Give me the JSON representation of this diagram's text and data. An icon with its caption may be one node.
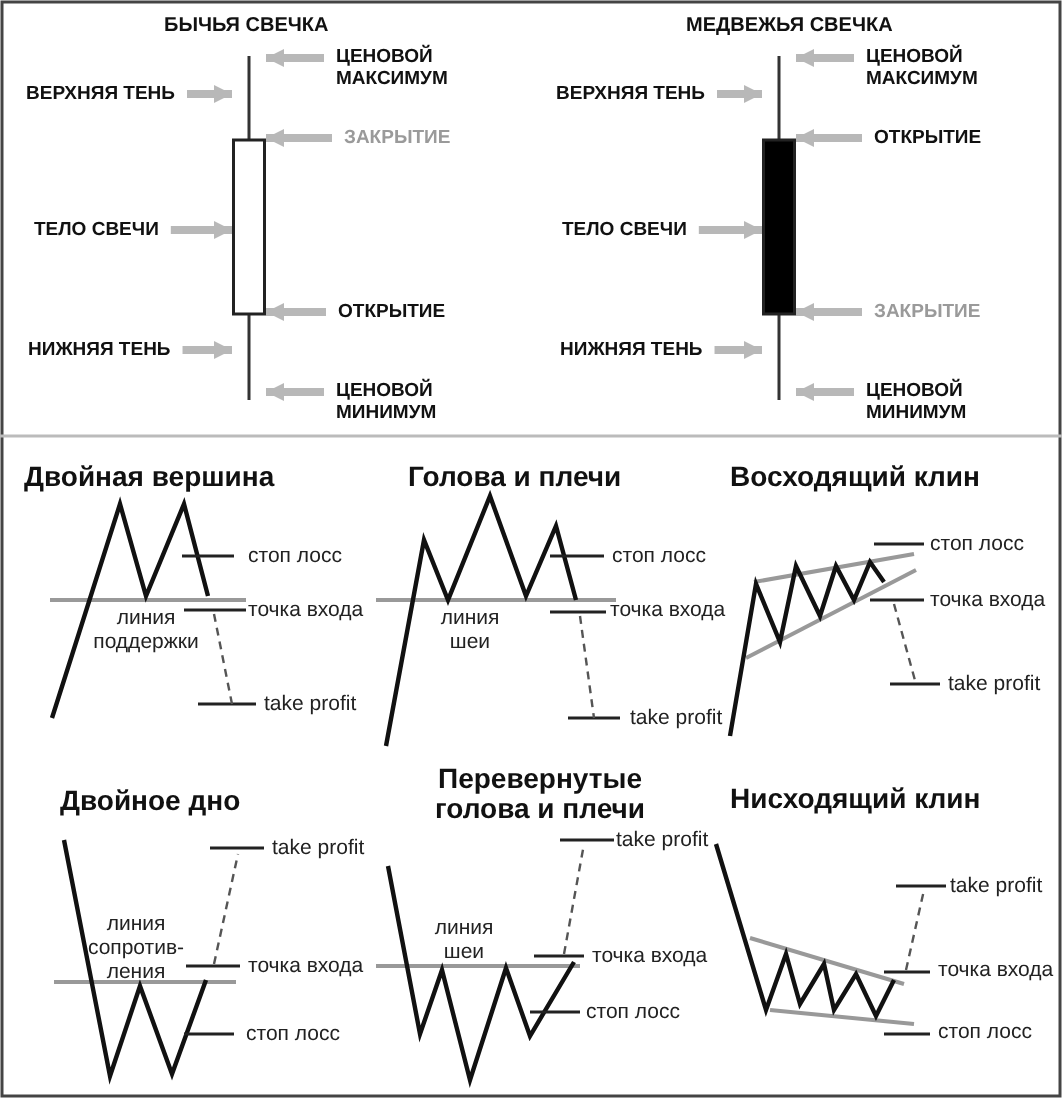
{
  "diagram": {
    "nodes": [
      {
        "text": [
          "ЦЕНОВОЙ МАКСИМУМ"
        ]
      },
      {
        "text": [
          "ВЕРХНЯЯ ТЕНЬ"
        ]
      },
      {
        "text": [
          "ЗАКРЫТИЕ"
        ]
      },
      {
        "text": [
          "ТЕЛО СВЕЧИ"
        ]
      },
      {
        "text": [
          "ОТКРЫТИЕ"
        ]
      },
      {
        "text": [
          "НИЖНЯЯ ТЕНЬ"
        ]
      },
      {
        "text": [
          "ЦЕНОВОЙ МИНИМУМ"
        ]
      },
      {
        "text": [],
        "shape": "bar"
      },
      {
        "text": [
          "ЦЕНОВОЙ МАКСИМУМ"
        ]
      },
      {
        "text": [
          "ВЕРХНЯЯ ТЕНЬ"
        ]
      },
      {
        "text": [
          "ОТКРЫТИЕ"
        ]
      },
      {
        "text": [
          "ТЕЛО СВЕЧИ"
        ]
      },
      {
        "text": [
          "ЗАКРЫТИЕ"
        ]
      },
      {
        "text": [
          "НИЖНЯЯ ТЕНЬ"
        ]
      },
      {
        "text": [
          "ЦЕНОВОЙ МИНИМУМ"
        ]
      },
      {
        "text": [],
        "shape": "bar"
      }
    ],
    "edges": [
      {
        "from": 0,
        "to": 7,
        "arrow": "to"
      },
      {
        "from": 1,
        "to": 7,
        "arrow": "to"
      },
      {
        "from": 2,
        "to": 7,
        "arrow": "to"
      },
      {
        "from": 3,
        "to": 7,
        "arrow": "to"
      },
      {
        "from": 4,
        "to": 7,
        "arrow": "to"
      },
      {
        "from": 5,
        "to": 7,
        "arrow": "to"
      },
      {
        "from": 6,
        "to": 7,
        "arrow": "to"
      },
      {
        "from": 8,
        "to": 15,
        "arrow": "to"
      },
      {
        "from": 9,
        "to": 15,
        "arrow": "to"
      },
      {
        "from": 10,
        "to": 15,
        "arrow": "to"
      },
      {
        "from": 11,
        "to": 15,
        "arrow": "to"
      },
      {
        "from": 12,
        "to": 15,
        "arrow": "to"
      },
      {
        "from": 13,
        "to": 15,
        "arrow": "to"
      },
      {
        "from": 14,
        "to": 15,
        "arrow": "to"
      }
    ],
    "labels": [
      "БЫЧЬЯ СВЕЧКА",
      "МЕДВЕЖЬЯ СВЕЧКА",
      "Двойная вершина",
      "стоп лосс",
      "линия поддержки",
      "точка входа",
      "take profit",
      "Голова и плечи",
      "стоп лосс",
      "линия шеи",
      "точка входа",
      "take profit",
      "Восходящий клин",
      "стоп лосс",
      "точка входа",
      "take profit",
      "Двойное дно",
      "take profit",
      "линия сопротив- ления",
      "точка входа",
      "стоп лосс",
      "Перевернутые голова и плечи",
      "take profit",
      "линия шеи",
      "точка входа",
      "стоп лосс",
      "Нисходящий клин",
      "take profit",
      "точка входа",
      "стоп лосс"
    ]
  }
}
